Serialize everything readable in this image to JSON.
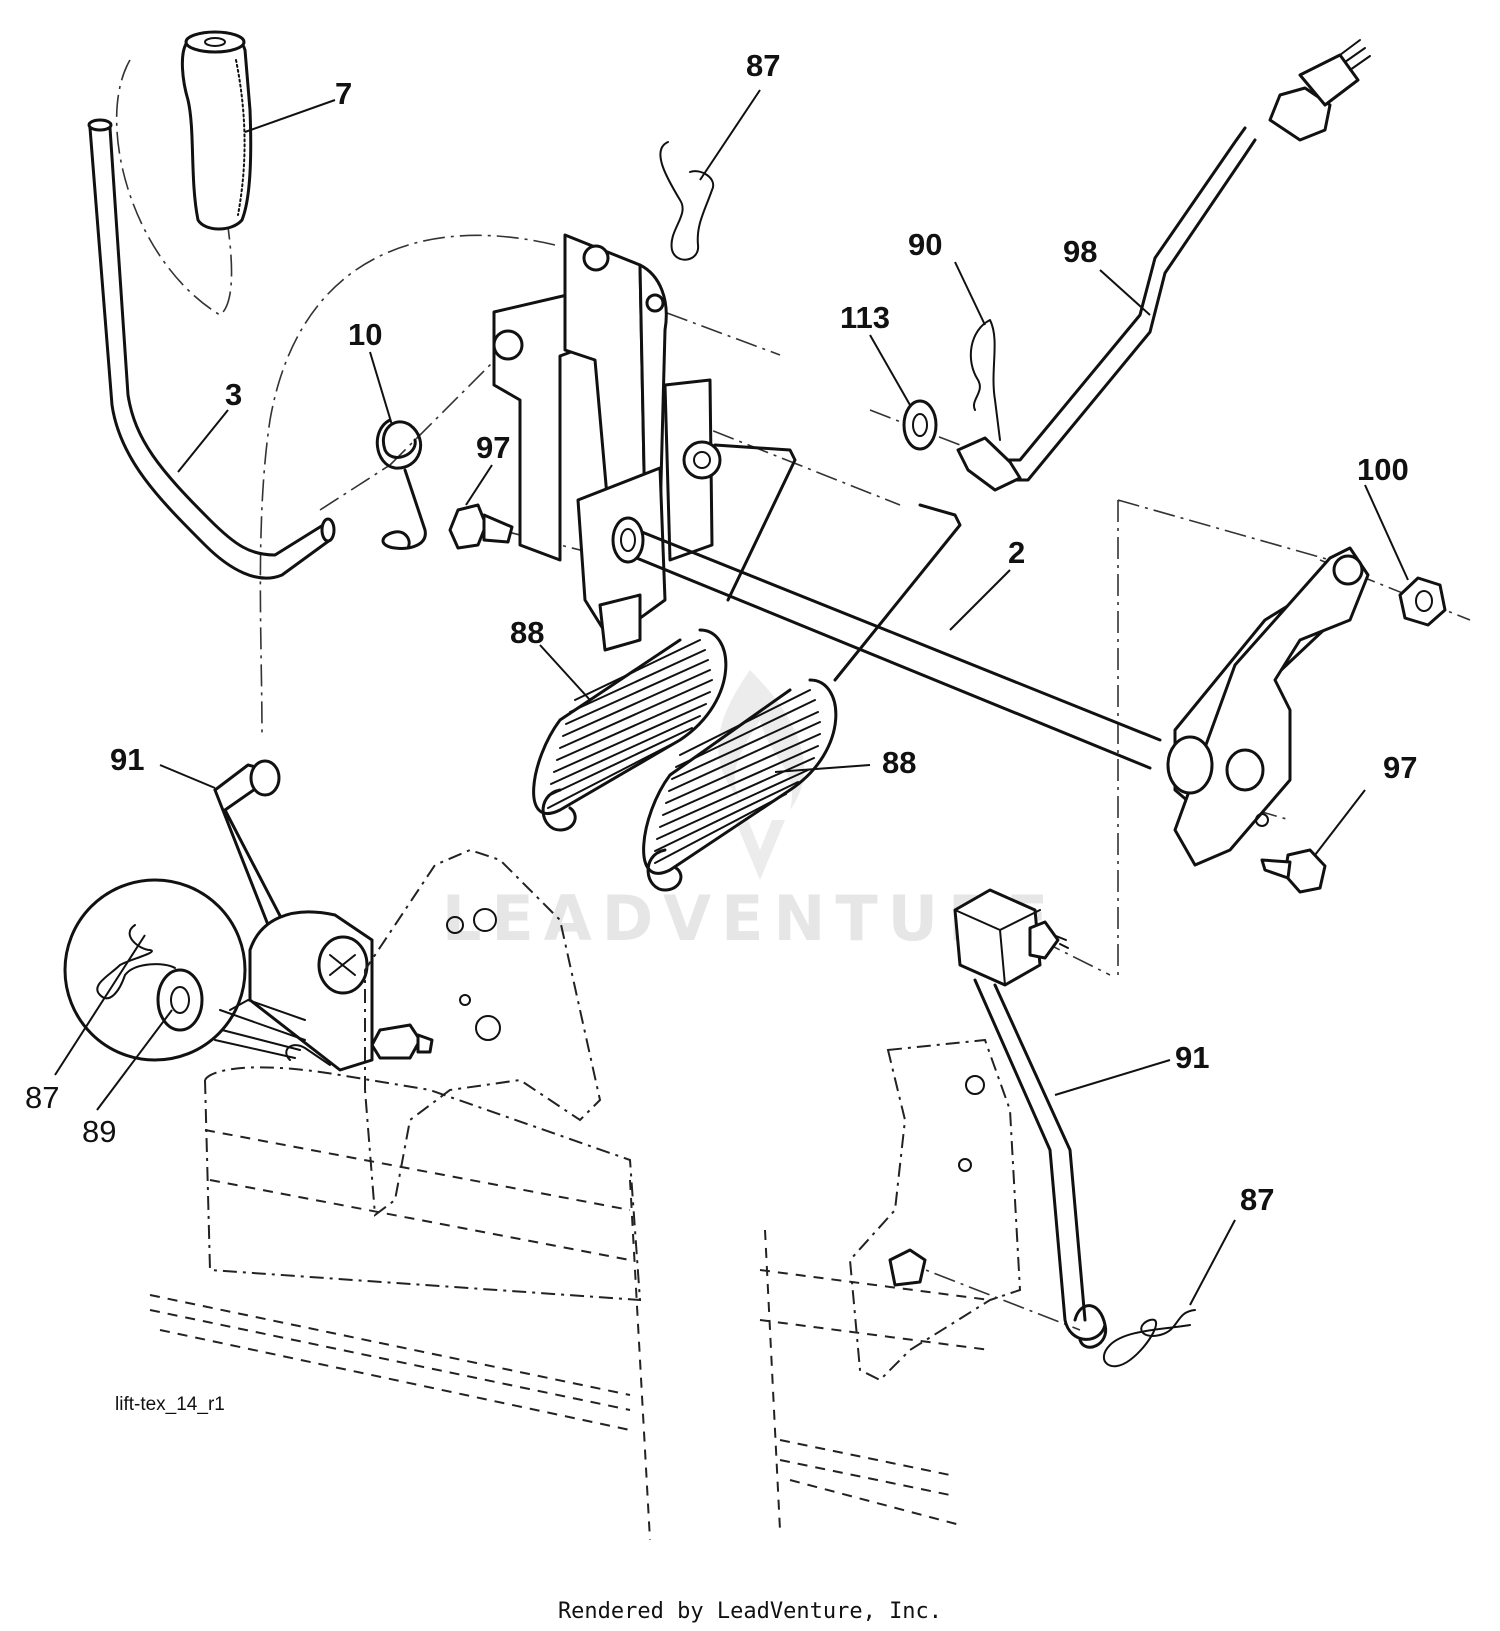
{
  "diagram": {
    "ref_code": "lift-tex_14_r1",
    "footer_credit": "Rendered by LeadVenture, Inc.",
    "watermark_text": "LEADVENTURE",
    "callouts": {
      "c7": "7",
      "c87_top": "87",
      "c90": "90",
      "c98": "98",
      "c113": "113",
      "c10": "10",
      "c3": "3",
      "c97_left": "97",
      "c100": "100",
      "c2": "2",
      "c88_left": "88",
      "c88_right": "88",
      "c97_right": "97",
      "c91_left": "91",
      "c87_detail": "87",
      "c89_detail": "89",
      "c91_right": "91",
      "c87_bottom": "87"
    }
  }
}
